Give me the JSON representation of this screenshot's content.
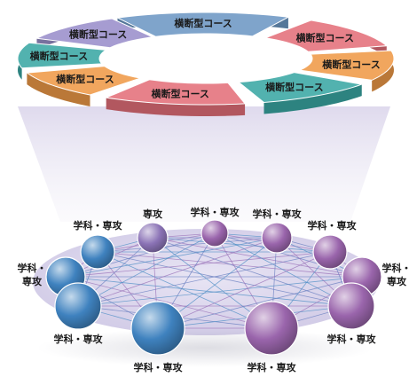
{
  "diagram": {
    "courses": [
      {
        "label": "横断型コース",
        "color": "#6d98c4"
      },
      {
        "label": "横断型コース",
        "color": "#e4707a"
      },
      {
        "label": "横断型コース",
        "color": "#ef9a48"
      },
      {
        "label": "横断型コース",
        "color": "#3aa8a4"
      },
      {
        "label": "横断型コース",
        "color": "#e4707a"
      },
      {
        "label": "横断型コース",
        "color": "#ef9a48"
      },
      {
        "label": "横断型コース",
        "color": "#3aa8a4"
      },
      {
        "label": "横断型コース",
        "color": "#9a8fcb"
      }
    ],
    "nodes": [
      {
        "label": "学科・専攻",
        "color": "#3f82bf"
      },
      {
        "label": "学科・\n専攻",
        "color": "#3f82bf"
      },
      {
        "label": "学科・専攻",
        "color": "#3f82bf"
      },
      {
        "label": "専攻",
        "color": "#8b73b6"
      },
      {
        "label": "学科・専攻",
        "color": "#9a65ac"
      },
      {
        "label": "学科・専攻",
        "color": "#9a65ac"
      },
      {
        "label": "学科・専攻",
        "color": "#9a65ac"
      },
      {
        "label": "学科・\n専攻",
        "color": "#9a65ac"
      },
      {
        "label": "学科・専攻",
        "color": "#9a65ac"
      },
      {
        "label": "学科・専攻",
        "color": "#9a65ac"
      },
      {
        "label": "学科・専攻",
        "color": "#3f82bf"
      }
    ]
  }
}
